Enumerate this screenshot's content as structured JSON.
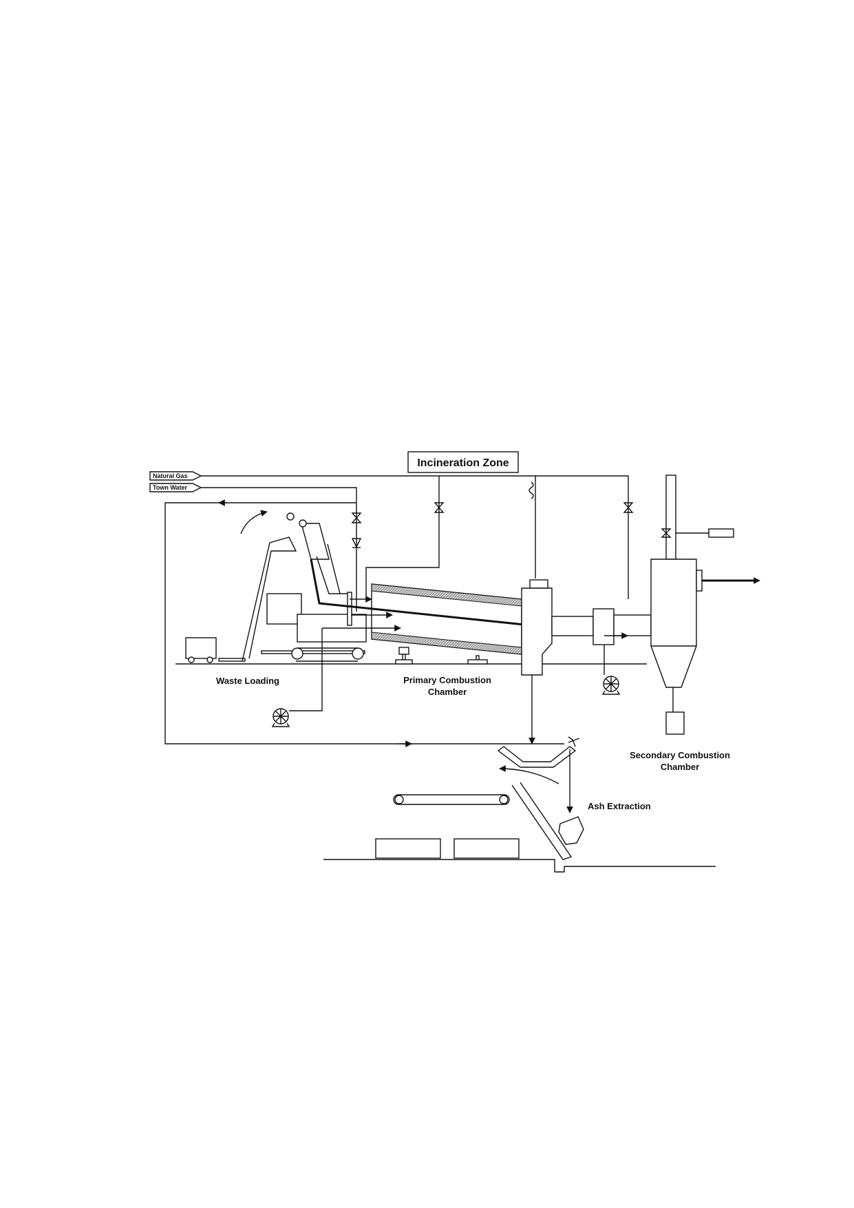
{
  "diagram": {
    "title": "Incineration Zone",
    "inputs": {
      "natural_gas": "Natural Gas",
      "town_water": "Town Water"
    },
    "labels": {
      "waste_loading": "Waste Loading",
      "primary_line1": "Primary Combustion",
      "primary_line2": "Chamber",
      "secondary_line1": "Secondary Combustion",
      "secondary_line2": "Chamber",
      "ash_extraction": "Ash Extraction"
    }
  }
}
